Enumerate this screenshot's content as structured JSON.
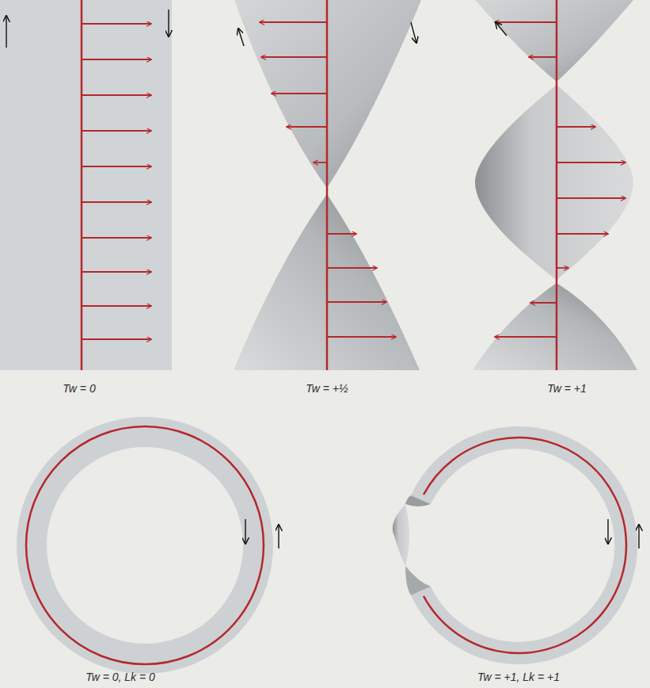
{
  "diagram": {
    "labels": [
      "Tw = 0",
      "Tw = +½",
      "Tw = +1",
      "Tw = 0, Lk = 0",
      "Tw = +1, Lk = +1"
    ]
  }
}
